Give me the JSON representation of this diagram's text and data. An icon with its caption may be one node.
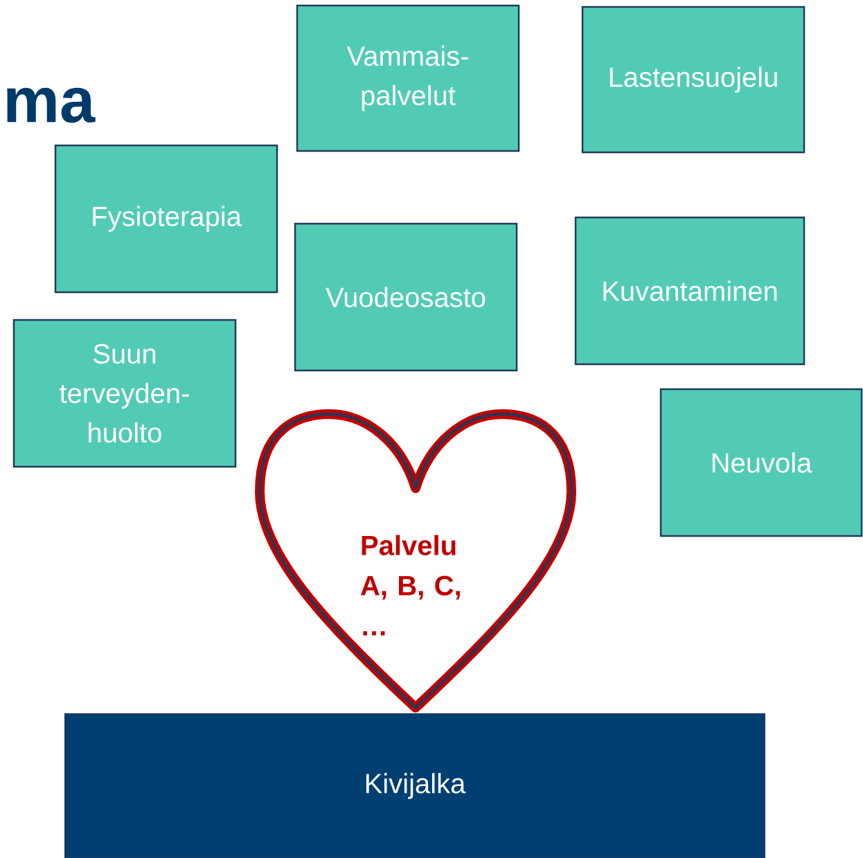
{
  "diagram": {
    "title": "ma",
    "nodes": [
      {
        "text": [
          "Vammais- palvelut"
        ]
      },
      {
        "text": [
          "Lastensuojelu"
        ]
      },
      {
        "text": [
          "Fysioterapia"
        ]
      },
      {
        "text": [
          "Vuodeosasto"
        ]
      },
      {
        "text": [
          "Kuvantaminen"
        ]
      },
      {
        "text": [
          "Suun terveyden- huolto"
        ]
      },
      {
        "text": [
          "Neuvola"
        ]
      },
      {
        "text": [
          "Palvelu A, B, C, …"
        ]
      },
      {
        "text": [
          "Kivijalka"
        ]
      }
    ]
  }
}
